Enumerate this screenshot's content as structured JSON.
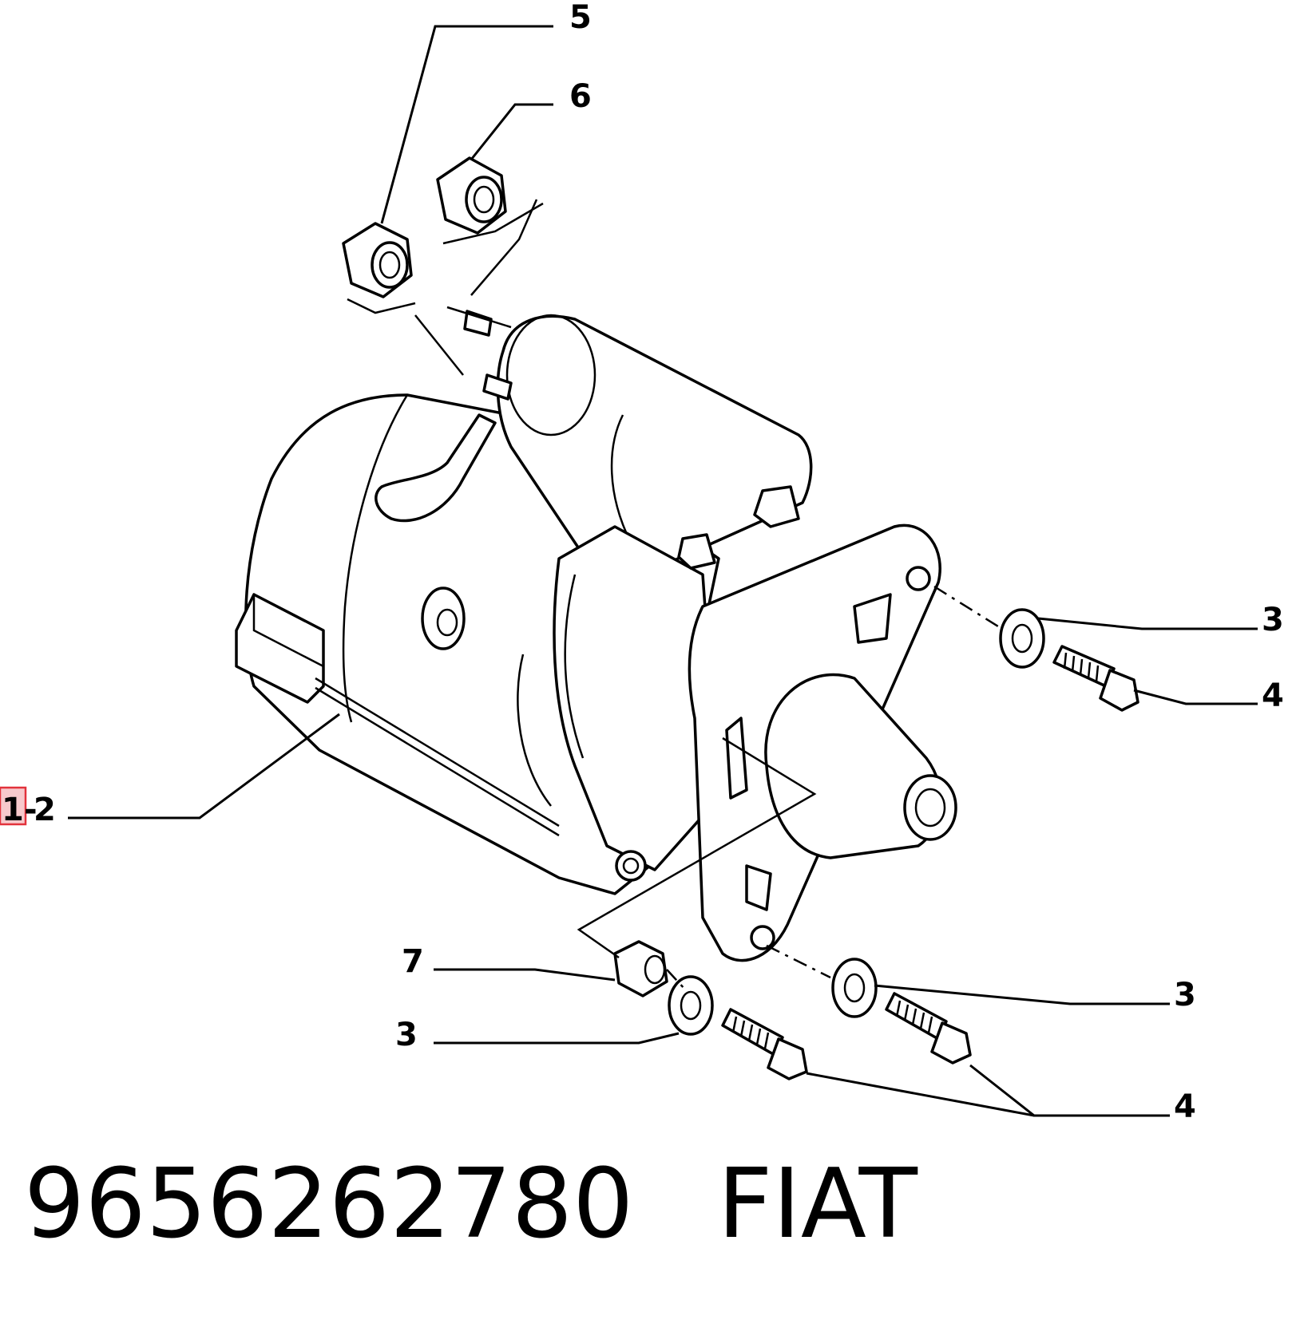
{
  "callouts": {
    "c5": "5",
    "c6": "6",
    "c3_top": "3",
    "c4_top": "4",
    "c1": "1",
    "c1_sep": "-",
    "c2": "2",
    "c7": "7",
    "c3_bottom_left": "3",
    "c3_bottom_right": "3",
    "c4_bottom": "4"
  },
  "caption": {
    "part_number": "9656262780",
    "brand": "FIAT"
  },
  "colors": {
    "line": "#000000",
    "highlight_fill": "#f7c9cc",
    "highlight_border": "#e2323c"
  },
  "icons": [
    "starter-motor-drawing",
    "nut-icon",
    "washer-icon",
    "bolt-icon",
    "bushing-icon"
  ]
}
